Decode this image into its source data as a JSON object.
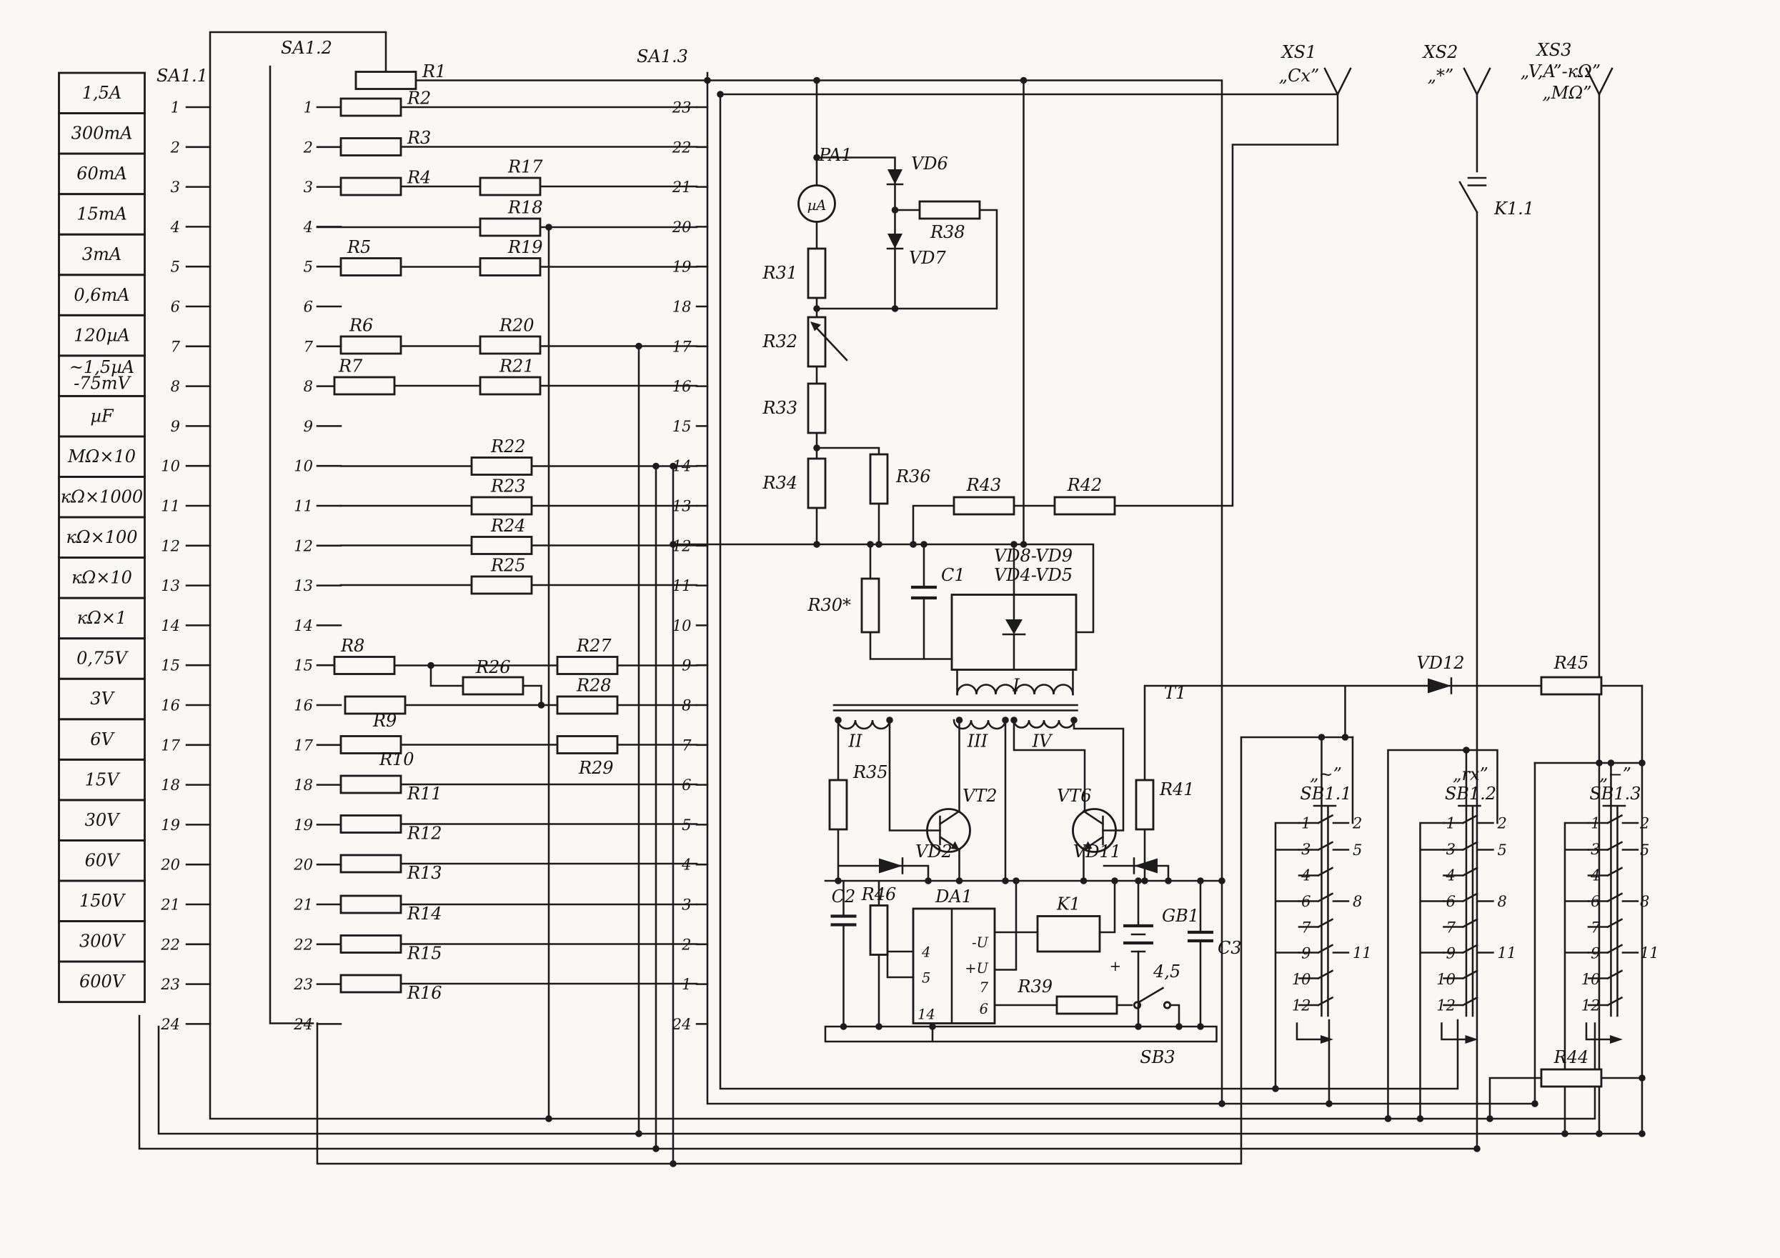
{
  "ranges": [
    {
      "label": "1,5A"
    },
    {
      "label": "300mA"
    },
    {
      "label": "60mA"
    },
    {
      "label": "15mA"
    },
    {
      "label": "3mA"
    },
    {
      "label": "0,6mA"
    },
    {
      "label": "120µA"
    },
    {
      "label": "~1,5µA",
      "label2": "-75mV"
    },
    {
      "label": "µF"
    },
    {
      "label": "MΩ×10"
    },
    {
      "label": "кΩ×1000"
    },
    {
      "label": "кΩ×100"
    },
    {
      "label": "кΩ×10"
    },
    {
      "label": "кΩ×1"
    },
    {
      "label": "0,75V"
    },
    {
      "label": "3V"
    },
    {
      "label": "6V"
    },
    {
      "label": "15V"
    },
    {
      "label": "30V"
    },
    {
      "label": "60V"
    },
    {
      "label": "150V"
    },
    {
      "label": "300V"
    },
    {
      "label": "600V"
    }
  ],
  "switches": {
    "sa11": {
      "label": "SA1.1",
      "contacts": [
        "1",
        "2",
        "3",
        "4",
        "5",
        "6",
        "7",
        "8",
        "9",
        "10",
        "11",
        "12",
        "13",
        "14",
        "15",
        "16",
        "17",
        "18",
        "19",
        "20",
        "21",
        "22",
        "23",
        "24"
      ]
    },
    "sa12": {
      "label": "SA1.2",
      "contacts": [
        "1",
        "2",
        "3",
        "4",
        "5",
        "6",
        "7",
        "8",
        "9",
        "10",
        "11",
        "12",
        "13",
        "14",
        "15",
        "16",
        "17",
        "18",
        "19",
        "20",
        "21",
        "22",
        "23",
        "24"
      ]
    },
    "sa13": {
      "label": "SA1.3",
      "contacts": [
        "23",
        "22",
        "21",
        "20",
        "19",
        "18",
        "17",
        "16",
        "15",
        "14",
        "13",
        "12",
        "11",
        "10",
        "9",
        "8",
        "7",
        "6",
        "5",
        "4",
        "3",
        "2",
        "1",
        "24"
      ]
    }
  },
  "connectors": {
    "xs1": {
      "label": "XS1",
      "sub": "„Cx”"
    },
    "xs2": {
      "label": "XS2",
      "sub": "„*”"
    },
    "xs3": {
      "label": "XS3",
      "sub": "„V,A”-кΩ”",
      "sub2": "„MΩ”"
    }
  },
  "buttons": {
    "sb11": {
      "tag": "„~”",
      "label": "SB1.1",
      "contacts_left": [
        "1",
        "3",
        "4",
        "6",
        "7",
        "9",
        "10",
        "12"
      ],
      "contacts_right": [
        "2",
        "5",
        "8",
        "11"
      ]
    },
    "sb12": {
      "tag": "„rx”",
      "label": "SB1.2",
      "contacts_left": [
        "1",
        "3",
        "4",
        "6",
        "7",
        "9",
        "10",
        "12"
      ],
      "contacts_right": [
        "2",
        "5",
        "8",
        "11"
      ]
    },
    "sb13": {
      "tag": "„−”",
      "label": "SB1.3",
      "contacts_left": [
        "1",
        "3",
        "4",
        "6",
        "7",
        "9",
        "10",
        "12"
      ],
      "contacts_right": [
        "2",
        "5",
        "8",
        "11"
      ]
    }
  },
  "labels": {
    "r1": "R1",
    "r2": "R2",
    "r3": "R3",
    "r4": "R4",
    "r5": "R5",
    "r6": "R6",
    "r7": "R7",
    "r8": "R8",
    "r9": "R9",
    "r10": "R10",
    "r11": "R11",
    "r12": "R12",
    "r13": "R13",
    "r14": "R14",
    "r15": "R15",
    "r16": "R16",
    "r17": "R17",
    "r18": "R18",
    "r19": "R19",
    "r20": "R20",
    "r21": "R21",
    "r22": "R22",
    "r23": "R23",
    "r24": "R24",
    "r25": "R25",
    "r26": "R26",
    "r27": "R27",
    "r28": "R28",
    "r29": "R29",
    "r30": "R30*",
    "r31": "R31",
    "r32": "R32",
    "r33": "R33",
    "r34": "R34",
    "r35": "R35",
    "r36": "R36",
    "r38": "R38",
    "r39": "R39",
    "r41": "R41",
    "r42": "R42",
    "r43": "R43",
    "r44": "R44",
    "r45": "R45",
    "r46": "R46",
    "pa1": "PA1",
    "ua": "µA",
    "vd2": "VD2",
    "vd6": "VD6",
    "vd7": "VD7",
    "vd11": "VD11",
    "vd12": "VD12",
    "vd89": "VD8-VD9",
    "vd45": "VD4-VD5",
    "c1": "C1",
    "c2": "C2",
    "c3": "C3",
    "t1": "T1",
    "w1": "I",
    "w2": "II",
    "w3": "III",
    "w4": "IV",
    "vt2": "VT2",
    "vt6": "VT6",
    "da1": "DA1",
    "k1": "K1",
    "k11": "K1.1",
    "gb1": "GB1",
    "gb1v": "4,5",
    "plus": "+",
    "sb3": "SB3",
    "p4": "4",
    "p5": "5",
    "p14": "14",
    "p7": "7",
    "p6": "6",
    "pmu": "-U",
    "ppu": "+U"
  }
}
